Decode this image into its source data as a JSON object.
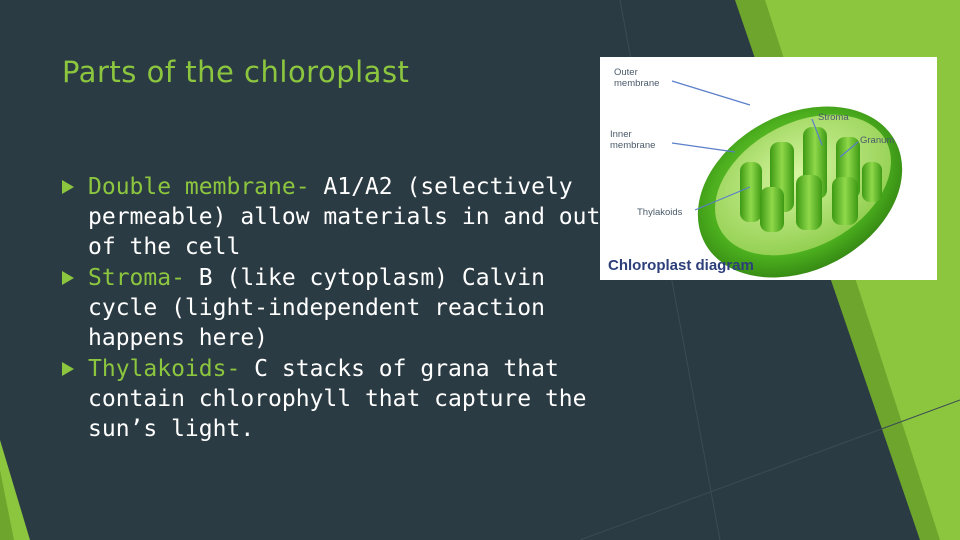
{
  "slide": {
    "title": "Parts of the chloroplast",
    "bullets": [
      {
        "term": "Double membrane-",
        "text": " A1/A2 (selectively permeable) allow  materials in and out of the cell"
      },
      {
        "term": "Stroma-",
        "text": " B (like cytoplasm) Calvin cycle (light-independent reaction happens here)"
      },
      {
        "term": "Thylakoids-",
        "text": " C stacks of grana that contain chlorophyll that capture the sun’s light."
      }
    ]
  },
  "figure": {
    "labels": {
      "outer": "Outer membrane",
      "inner": "Inner membrane",
      "stroma": "Stroma",
      "granum": "Granum",
      "thylakoids": "Thylakoids"
    },
    "caption": "Chloroplast diagram"
  },
  "colors": {
    "background": "#2b3b43",
    "accent_green": "#8cc63f",
    "text": "#ffffff",
    "caption_blue": "#2d3f7a"
  },
  "icons": {
    "bullet": "triangle-bullet-icon"
  }
}
